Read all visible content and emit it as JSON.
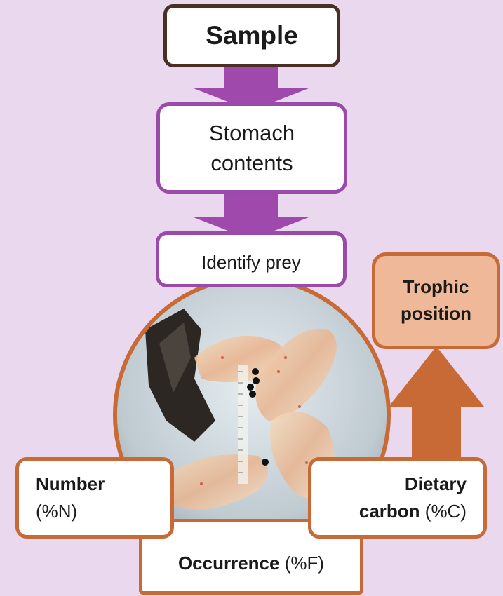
{
  "nodes": {
    "sample": "Sample",
    "stomach_line1": "Stomach",
    "stomach_line2": "contents",
    "identify": "Identify prey",
    "trophic_line1": "Trophic",
    "trophic_line2": "position",
    "number_bold": "Number",
    "number_unit": "(%N)",
    "dietary_bold_line1": "Dietary",
    "dietary_bold_line2": "carbon",
    "dietary_unit": "(%C)",
    "occurrence_bold": "Occurrence",
    "occurrence_unit": "(%F)"
  },
  "colors": {
    "background": "#ead8ee",
    "purple_arrow": "#a049ad",
    "orange_arrow": "#c76a35",
    "trophic_fill": "#efb898",
    "sample_border": "#4a2f25"
  },
  "image": {
    "type": "photo",
    "subject": "stomach-contents-photo"
  }
}
